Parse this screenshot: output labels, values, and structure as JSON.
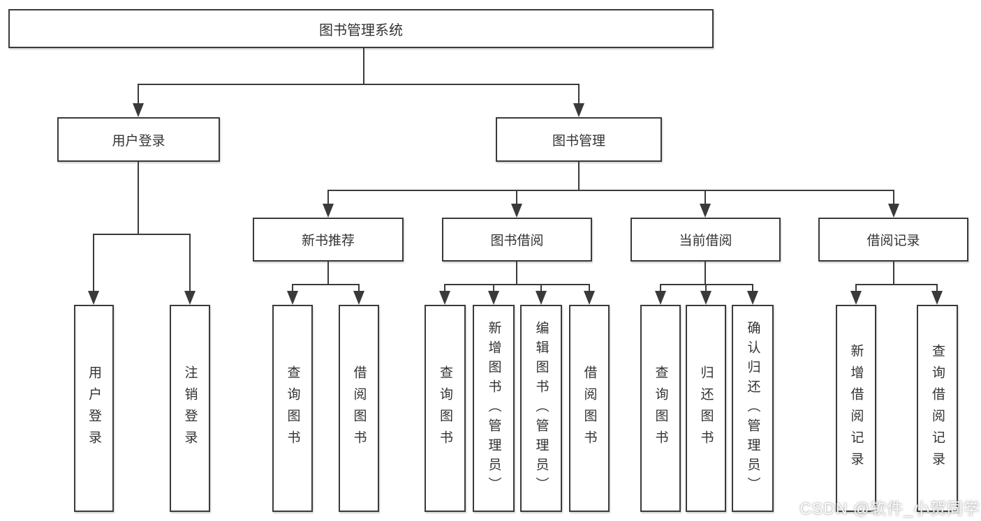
{
  "diagram": {
    "type": "tree",
    "title": "图书管理系统",
    "root": {
      "label": "图书管理系统"
    },
    "level2": [
      {
        "id": "user-login",
        "label": "用户登录"
      },
      {
        "id": "book-management",
        "label": "图书管理"
      }
    ],
    "level3": [
      {
        "id": "new-book-recommend",
        "label": "新书推荐",
        "parent": "图书管理"
      },
      {
        "id": "book-borrow",
        "label": "图书借阅",
        "parent": "图书管理"
      },
      {
        "id": "current-borrow",
        "label": "当前借阅",
        "parent": "图书管理"
      },
      {
        "id": "borrow-records",
        "label": "借阅记录",
        "parent": "图书管理"
      }
    ],
    "leaves": {
      "user_login": [
        "用户登录",
        "注销登录"
      ],
      "new_book_recommend": [
        "查询图书",
        "借阅图书"
      ],
      "book_borrow": [
        "查询图书",
        "新增图书（管理员）",
        "编辑图书（管理员）",
        "借阅图书"
      ],
      "current_borrow": [
        "查询图书",
        "归还图书",
        "确认归还（管理员）"
      ],
      "borrow_records": [
        "新增借阅记录",
        "查询借阅记录"
      ]
    }
  },
  "watermark": "CSDN @软件_小贺同学",
  "colors": {
    "line": "#3a3a3a",
    "text": "#333333",
    "box_background": "#ffffff",
    "page_background": "#ffffff",
    "watermark_text": "#f2f2f2"
  }
}
